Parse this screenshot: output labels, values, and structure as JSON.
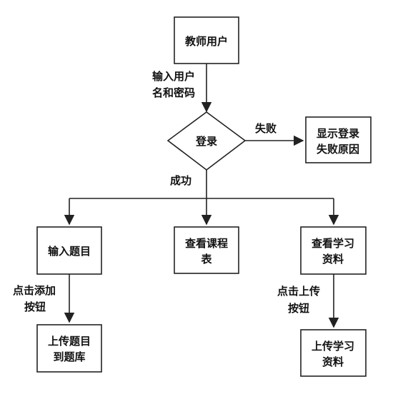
{
  "nodes": {
    "teacher": [
      "教师用户"
    ],
    "login": [
      "登录"
    ],
    "fail_box": [
      "显示登录",
      "失败原因"
    ],
    "input_q": [
      "输入题目"
    ],
    "schedule": [
      "查看课程",
      "表"
    ],
    "view_mat": [
      "查看学习",
      "资料"
    ],
    "upload_q": [
      "上传题目",
      "到题库"
    ],
    "upload_mat": [
      "上传学习",
      "资料"
    ]
  },
  "edges": {
    "credentials": [
      "输入用户",
      "名和密码"
    ],
    "fail": [
      "失败"
    ],
    "success": [
      "成功"
    ],
    "add_btn": [
      "点击添加",
      "按钮"
    ],
    "upload_btn": [
      "点击上传",
      "按钮"
    ]
  }
}
